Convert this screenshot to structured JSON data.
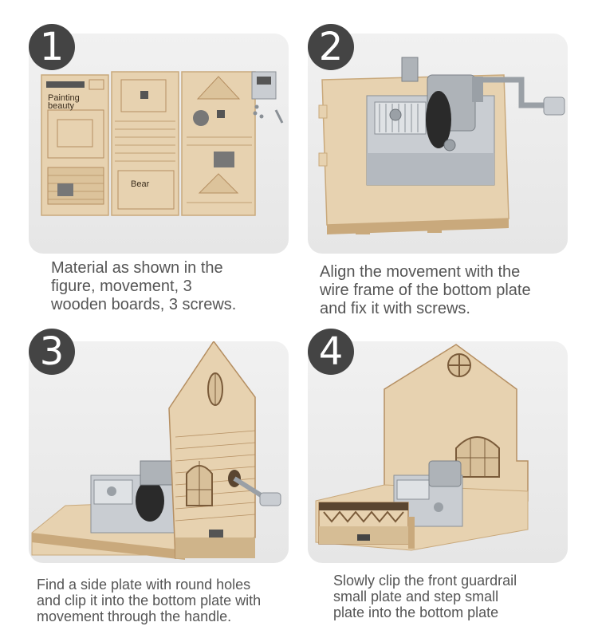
{
  "steps": [
    {
      "number": "1",
      "caption_lines": [
        "Material as shown in the",
        "figure, movement, 3",
        "wooden boards, 3 screws."
      ],
      "labels": {
        "board1_a": "Painting",
        "board1_b": "beauty",
        "board2": "Bear"
      }
    },
    {
      "number": "2",
      "caption_lines": [
        "Align the movement with the",
        "wire frame of the bottom plate",
        "and fix it with screws."
      ]
    },
    {
      "number": "3",
      "caption_lines": [
        "Find a side plate with round holes",
        "and clip it into the bottom plate with",
        "movement through the handle."
      ]
    },
    {
      "number": "4",
      "caption_lines": [
        "Slowly clip the front guardrail",
        "small plate and step small",
        "plate into the bottom plate"
      ]
    }
  ],
  "colors": {
    "wood": "#e7d2b0",
    "wood_dark": "#b58f62",
    "metal": "#c9cdd2",
    "badge": "#444444",
    "text": "#555555"
  }
}
